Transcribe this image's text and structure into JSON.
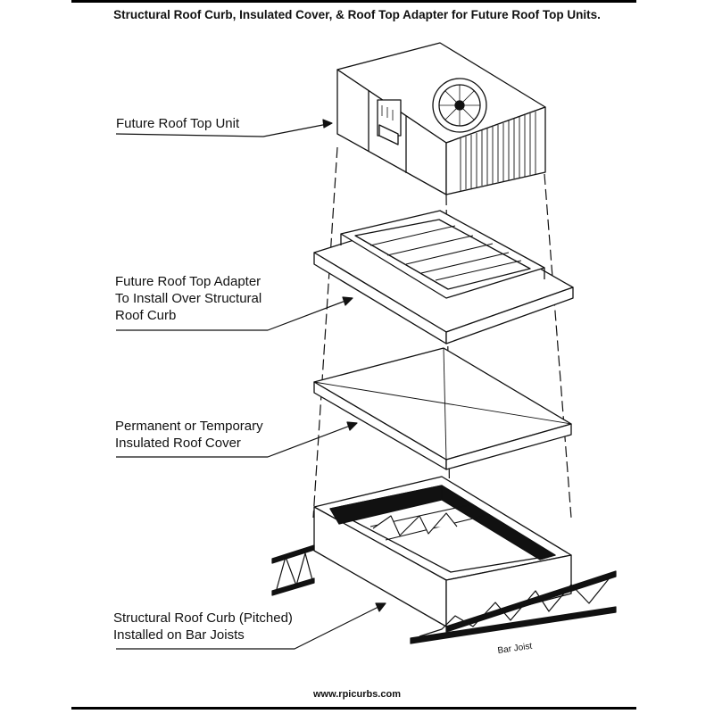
{
  "title": "Structural Roof Curb, Insulated Cover, & Roof Top Adapter for Future Roof Top Units.",
  "labels": {
    "rtu": "Future Roof Top Unit",
    "adapter": [
      "Future Roof Top Adapter",
      "To Install Over Structural",
      "Roof Curb"
    ],
    "cover": [
      "Permanent or Temporary",
      "Insulated Roof Cover"
    ],
    "curb": [
      "Structural Roof Curb (Pitched)",
      "Installed on Bar Joists"
    ]
  },
  "joist_label": "Bar Joist",
  "website": "www.rpicurbs.com"
}
